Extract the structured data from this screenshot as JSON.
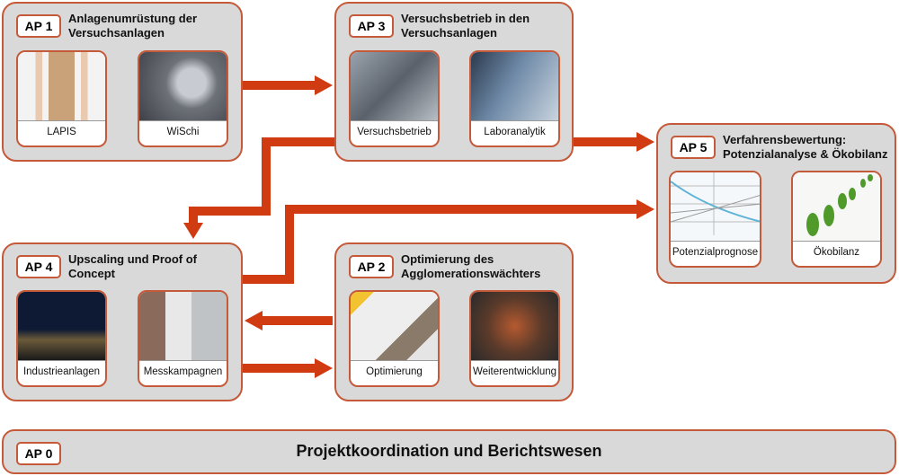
{
  "colors": {
    "arrow": "#d13b12",
    "border": "#c55a3a",
    "panel": "#d9d9d9"
  },
  "ap1": {
    "badge": "AP 1",
    "title": "Anlagenumrüstung der\nVersuchsanlagen",
    "cards": [
      "LAPIS",
      "WiSchi"
    ]
  },
  "ap3": {
    "badge": "AP 3",
    "title": "Versuchsbetrieb in den\nVersuchsanlagen",
    "cards": [
      "Versuchsbetrieb",
      "Laboranalytik"
    ]
  },
  "ap5": {
    "badge": "AP 5",
    "title": "Verfahrensbewertung:\nPotenzialanalyse & Ökobilanz",
    "cards": [
      "Potenzialprognose",
      "Ökobilanz"
    ]
  },
  "ap4": {
    "badge": "AP 4",
    "title": "Upscaling und Proof of\nConcept",
    "cards": [
      "Industrieanlagen",
      "Messkampagnen"
    ]
  },
  "ap2": {
    "badge": "AP 2",
    "title": "Optimierung des\nAgglomerationswächters",
    "cards": [
      "Optimierung",
      "Weiterentwicklung"
    ]
  },
  "ap0": {
    "badge": "AP 0",
    "title": "Projektkoordination und Berichtswesen"
  }
}
